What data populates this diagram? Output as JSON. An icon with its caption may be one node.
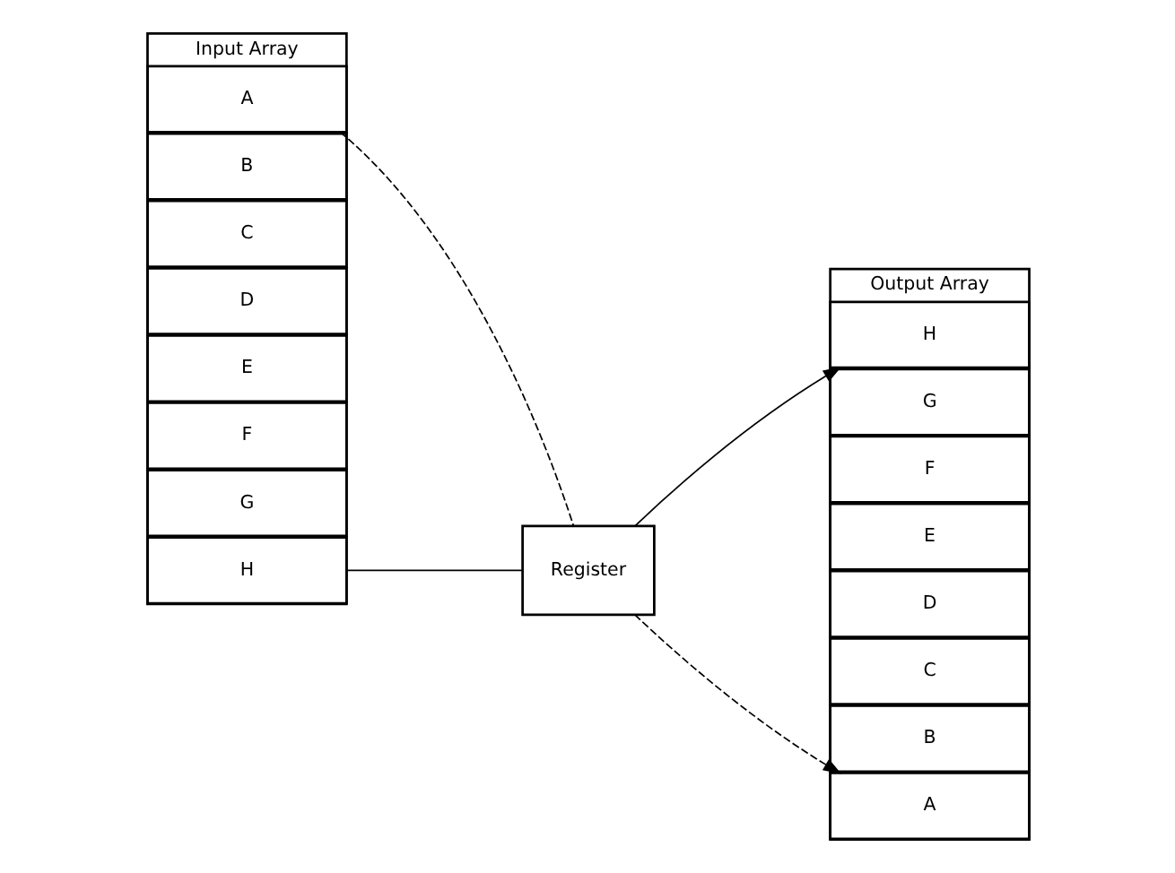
{
  "diagram": {
    "nodes": [
      {
        "text": [
          "Input Array"
        ]
      },
      {
        "text": [
          "A"
        ],
        "in": 0
      },
      {
        "text": [
          "B"
        ],
        "in": 0
      },
      {
        "text": [
          "C"
        ],
        "in": 0
      },
      {
        "text": [
          "D"
        ],
        "in": 0
      },
      {
        "text": [
          "E"
        ],
        "in": 0
      },
      {
        "text": [
          "F"
        ],
        "in": 0
      },
      {
        "text": [
          "G"
        ],
        "in": 0
      },
      {
        "text": [
          "H"
        ],
        "in": 0
      },
      {
        "text": [
          "Register"
        ]
      },
      {
        "text": [
          "Output Array"
        ]
      },
      {
        "text": [
          "H"
        ],
        "in": 10
      },
      {
        "text": [
          "G"
        ],
        "in": 10
      },
      {
        "text": [
          "F"
        ],
        "in": 10
      },
      {
        "text": [
          "E"
        ],
        "in": 10
      },
      {
        "text": [
          "D"
        ],
        "in": 10
      },
      {
        "text": [
          "C"
        ],
        "in": 10
      },
      {
        "text": [
          "B"
        ],
        "in": 10
      },
      {
        "text": [
          "A"
        ],
        "in": 10
      }
    ],
    "edges": [
      {
        "from": 1,
        "to": 9,
        "arrow": "none",
        "style": "dashed"
      },
      {
        "from": 9,
        "to": 11,
        "arrow": "to"
      },
      {
        "from": 8,
        "to": 9,
        "arrow": "none"
      },
      {
        "from": 9,
        "to": 18,
        "arrow": "to",
        "style": "dashed"
      }
    ]
  }
}
